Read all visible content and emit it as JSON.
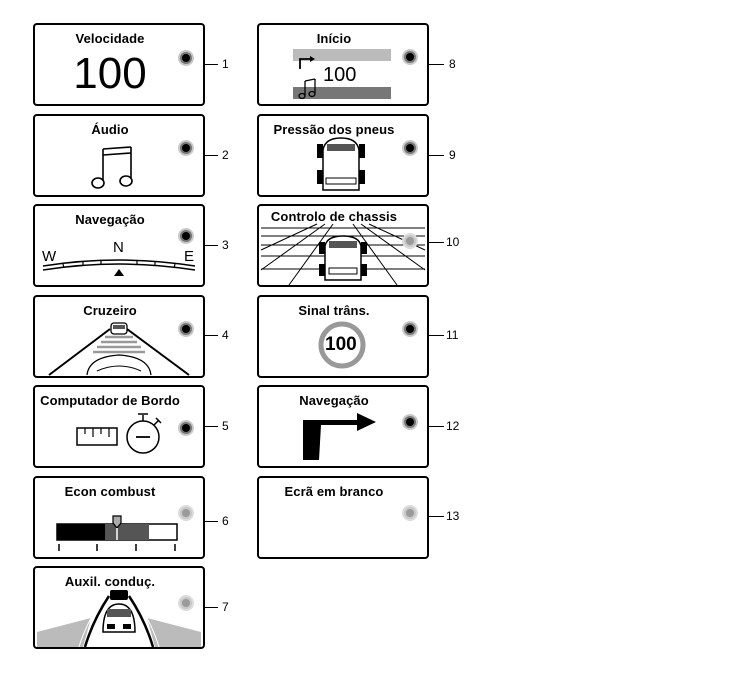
{
  "panels": [
    {
      "number": "1",
      "title": "Velocidade",
      "speed_value": "100",
      "indicator": "on"
    },
    {
      "number": "2",
      "title": "Áudio",
      "icon": "music-note-icon",
      "indicator": "on"
    },
    {
      "number": "3",
      "title": "Navegação",
      "compass": [
        "W",
        "N",
        "E"
      ],
      "icon": "compass-icon",
      "indicator": "on"
    },
    {
      "number": "4",
      "title": "Cruzeiro",
      "icon": "cruise-car-icon",
      "indicator": "on"
    },
    {
      "number": "5",
      "title": "Computador de Bordo",
      "icon": "trip-computer-icon",
      "indicator": "on"
    },
    {
      "number": "6",
      "title": "Econ combust",
      "icon": "fuel-economy-gauge-icon",
      "indicator": "off"
    },
    {
      "number": "7",
      "title": "Auxil. conduç.",
      "icon": "driver-assist-icon",
      "indicator": "off"
    },
    {
      "number": "8",
      "title": "Início",
      "audio_value": "100",
      "icon": "home-summary-icon",
      "indicator": "on"
    },
    {
      "number": "9",
      "title": "Pressão dos pneus",
      "icon": "tyre-pressure-car-icon",
      "indicator": "on"
    },
    {
      "number": "10",
      "title": "Controlo de chassis",
      "icon": "chassis-control-icon",
      "indicator": "off"
    },
    {
      "number": "11",
      "title": "Sinal trâns.",
      "sign_value": "100",
      "icon": "speed-limit-sign-icon",
      "indicator": "on"
    },
    {
      "number": "12",
      "title": "Navegação",
      "icon": "turn-arrow-icon",
      "indicator": "on"
    },
    {
      "number": "13",
      "title": "Ecrã em branco",
      "icon": "",
      "indicator": "off"
    }
  ]
}
